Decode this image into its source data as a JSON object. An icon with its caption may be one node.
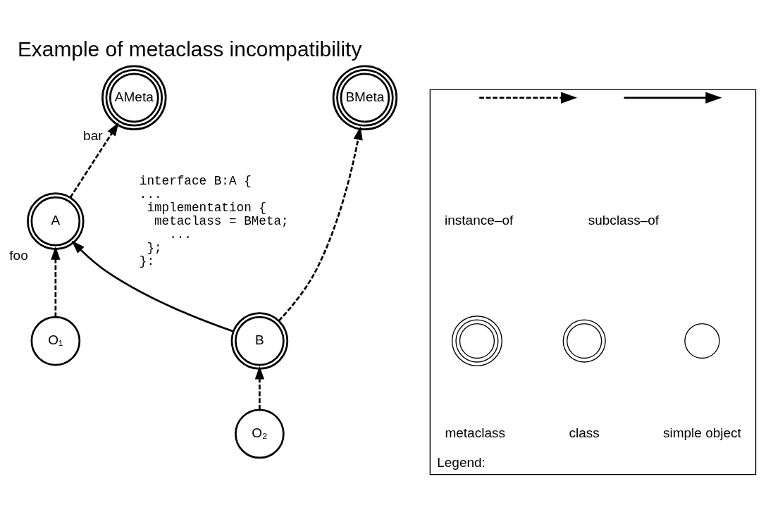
{
  "diagram": {
    "title": "Example of metaclass incompatibility",
    "nodes": [
      {
        "text": [
          "AMeta"
        ],
        "beside": [
          "bar"
        ]
      },
      {
        "text": [
          "BMeta"
        ]
      },
      {
        "text": [
          "A"
        ],
        "beside": [
          "foo"
        ]
      },
      {
        "text": [
          "O₁"
        ]
      },
      {
        "text": [
          "B"
        ]
      },
      {
        "text": [
          "O₂"
        ]
      },
      {
        "text": [
          "Legend:"
        ]
      },
      {
        "text": [],
        "shape": "circle",
        "in": 6
      },
      {
        "text": [],
        "shape": "circle",
        "in": 6
      },
      {
        "text": [],
        "shape": "circle",
        "in": 6
      }
    ],
    "edges": [
      {
        "from": 3,
        "to": 2,
        "arrow": "to",
        "style": "dashed"
      },
      {
        "from": 2,
        "to": 0,
        "arrow": "to",
        "style": "dashed"
      },
      {
        "from": 4,
        "to": 2,
        "arrow": "to"
      },
      {
        "from": 4,
        "to": 1,
        "arrow": "to",
        "style": "dashed"
      },
      {
        "from": 5,
        "to": 4,
        "arrow": "to",
        "style": "dashed"
      }
    ],
    "labels": [
      "interface B:A {",
      "...",
      " implementation {",
      "  metaclass = BMeta;",
      "    ...",
      " };",
      "}:"
    ],
    "legend": [
      {
        "text": "instance–of"
      },
      {
        "text": "subclass–of"
      },
      {
        "text": "metaclass"
      },
      {
        "text": "class"
      },
      {
        "text": "simple object"
      }
    ]
  }
}
